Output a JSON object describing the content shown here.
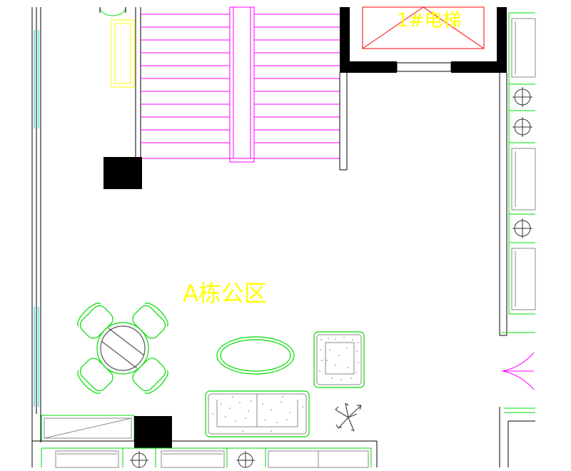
{
  "drawing": {
    "room_label": "A栋公区",
    "elevator_label": "1#电梯"
  },
  "colors": {
    "background": "#ffffff",
    "wall": "#000000",
    "stair": "#ff00ff",
    "furniture": "#00dd00",
    "label": "#ffff00",
    "window": "#00cccc",
    "elevator": "#ff0000",
    "cabinet": "#ffff00",
    "cabinet_line": "#666666"
  },
  "icons": {
    "stair": "stair-flight",
    "elevator": "elevator-cross",
    "dining_set": "round-table-with-chairs",
    "coffee_table": "oval-table",
    "armchair": "armchair",
    "sofa": "two-seat-sofa",
    "plant": "potted-plant",
    "outlet": "floor-outlet-crosshair",
    "door": "double-swing-door"
  }
}
